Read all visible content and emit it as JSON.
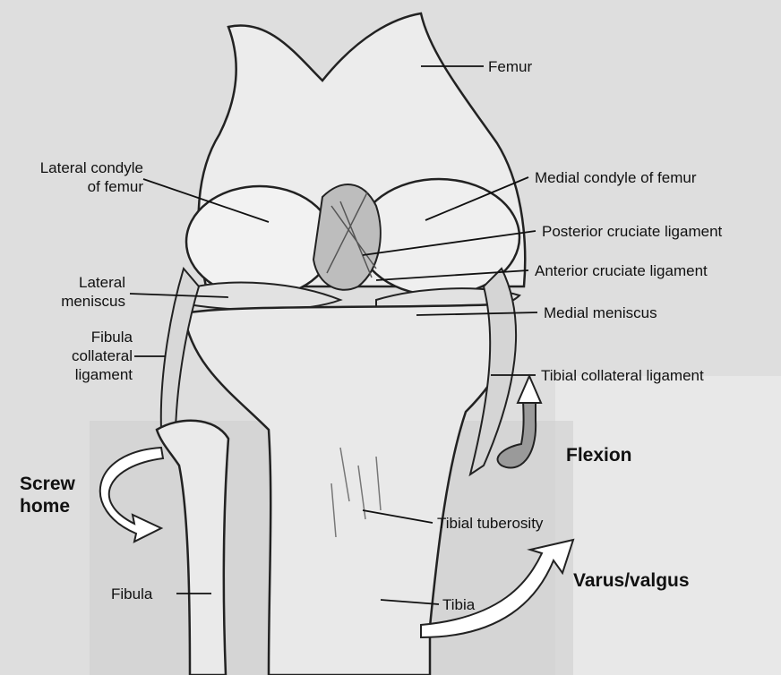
{
  "labels": {
    "femur": "Femur",
    "lateral_condyle_line1": "Lateral condyle",
    "lateral_condyle_line2": "of femur",
    "medial_condyle": "Medial condyle of femur",
    "posterior_cruciate": "Posterior cruciate ligament",
    "anterior_cruciate": "Anterior cruciate ligament",
    "lateral_meniscus_line1": "Lateral",
    "lateral_meniscus_line2": "meniscus",
    "medial_meniscus": "Medial meniscus",
    "fibula_collateral_line1": "Fibula",
    "fibula_collateral_line2": "collateral",
    "fibula_collateral_line3": "ligament",
    "tibial_collateral": "Tibial collateral ligament",
    "tibial_tuberosity": "Tibial tuberosity",
    "fibula": "Fibula",
    "tibia": "Tibia"
  },
  "motions": {
    "screw_home_line1": "Screw",
    "screw_home_line2": "home",
    "flexion": "Flexion",
    "varus_valgus": "Varus/valgus"
  },
  "colors": {
    "background": "#dcdcdc",
    "bone": "#ececec",
    "outline": "#222222",
    "arrow_fill": "#ffffff",
    "flexion_arrow_fill": "#9a9a9a"
  }
}
